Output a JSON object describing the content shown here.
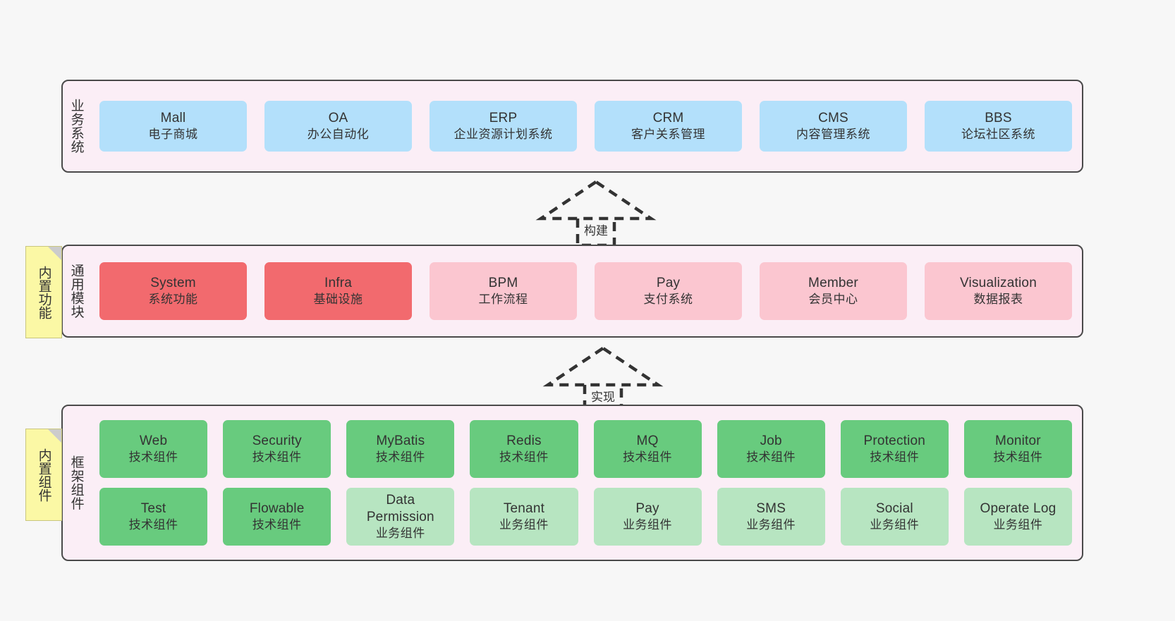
{
  "diagram": {
    "title_layers": {
      "business": "业务系统",
      "common": "通用模块",
      "framework": "框架组件"
    },
    "notes": {
      "builtin_function": "内置功能",
      "builtin_component": "内置组件"
    },
    "connectors": [
      {
        "name": "build",
        "label": "构建",
        "style": "dashed-generalization-up"
      },
      {
        "name": "implement",
        "label": "实现",
        "style": "dashed-generalization-up"
      }
    ],
    "colors": {
      "canvas": "#f7f7f7",
      "layer_fill": "#fbeef6",
      "layer_border": "#4a4a4a",
      "blue": "#b3e0fb",
      "red": "#f26a6e",
      "pink": "#fbc6d0",
      "green": "#68cb7e",
      "light_green": "#b7e5c1",
      "note_yellow": "#fbf8a5",
      "note_fold": "#cccccc"
    }
  },
  "business_systems": [
    {
      "en": "Mall",
      "cn": "电子商城"
    },
    {
      "en": "OA",
      "cn": "办公自动化"
    },
    {
      "en": "ERP",
      "cn": "企业资源计划系统"
    },
    {
      "en": "CRM",
      "cn": "客户关系管理"
    },
    {
      "en": "CMS",
      "cn": "内容管理系统"
    },
    {
      "en": "BBS",
      "cn": "论坛社区系统"
    }
  ],
  "common_modules": [
    {
      "en": "System",
      "cn": "系统功能",
      "color": "red"
    },
    {
      "en": "Infra",
      "cn": "基础设施",
      "color": "red"
    },
    {
      "en": "BPM",
      "cn": "工作流程",
      "color": "pink"
    },
    {
      "en": "Pay",
      "cn": "支付系统",
      "color": "pink"
    },
    {
      "en": "Member",
      "cn": "会员中心",
      "color": "pink"
    },
    {
      "en": "Visualization",
      "cn": "数据报表",
      "color": "pink"
    }
  ],
  "framework_components_row1": [
    {
      "en": "Web",
      "cn": "技术组件",
      "color": "green"
    },
    {
      "en": "Security",
      "cn": "技术组件",
      "color": "green"
    },
    {
      "en": "MyBatis",
      "cn": "技术组件",
      "color": "green"
    },
    {
      "en": "Redis",
      "cn": "技术组件",
      "color": "green"
    },
    {
      "en": "MQ",
      "cn": "技术组件",
      "color": "green"
    },
    {
      "en": "Job",
      "cn": "技术组件",
      "color": "green"
    },
    {
      "en": "Protection",
      "cn": "技术组件",
      "color": "green"
    },
    {
      "en": "Monitor",
      "cn": "技术组件",
      "color": "green"
    }
  ],
  "framework_components_row2": [
    {
      "en": "Test",
      "cn": "技术组件",
      "color": "green"
    },
    {
      "en": "Flowable",
      "cn": "技术组件",
      "color": "green"
    },
    {
      "en": "Data Permission",
      "cn": "业务组件",
      "color": "light_green"
    },
    {
      "en": "Tenant",
      "cn": "业务组件",
      "color": "light_green"
    },
    {
      "en": "Pay",
      "cn": "业务组件",
      "color": "light_green"
    },
    {
      "en": "SMS",
      "cn": "业务组件",
      "color": "light_green"
    },
    {
      "en": "Social",
      "cn": "业务组件",
      "color": "light_green"
    },
    {
      "en": "Operate Log",
      "cn": "业务组件",
      "color": "light_green"
    }
  ]
}
